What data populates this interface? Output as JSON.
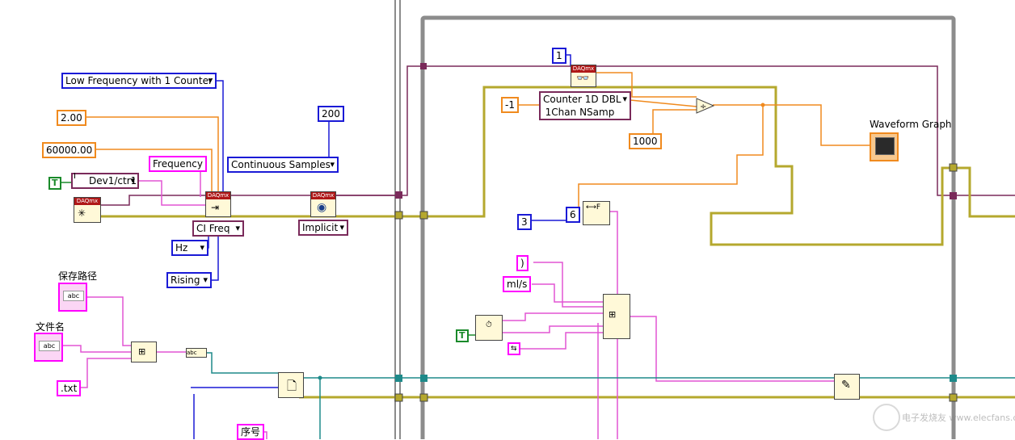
{
  "constants": {
    "low_frequency": "Low Frequency with 1 Counter",
    "min_val": "2.00",
    "max_val": "60000.00",
    "channel": "Dev1/ctr1",
    "measurement": "Frequency",
    "ci_freq": "CI Freq",
    "units": "Hz",
    "edge": "Rising",
    "sample_mode": "Continuous Samples",
    "samples": "200",
    "timing": "Implicit",
    "read_count": "1",
    "read_format_line1": "Counter 1D DBL",
    "read_format_line2": "1Chan NSamp",
    "neg_one": "-1",
    "divisor": "1000",
    "width": "3",
    "precision": "6",
    "paren": ")",
    "unit_string": "ml/s",
    "ext": ".txt",
    "seq_label": "序号"
  },
  "labels": {
    "save_path": "保存路径",
    "file_name": "文件名",
    "waveform_graph": "Waveform Graph"
  },
  "bool_constant": "T",
  "daqmx_tag": "DAQmx",
  "watermark": "电子发烧友 www.elecfans.com",
  "colors": {
    "frame_gray": "#8c8c8c",
    "wire_error": "#b5a82e",
    "wire_task": "#7a2a5a",
    "wire_dbl": "#f08a1e",
    "wire_int": "#1a1ad6",
    "wire_str": "#e255d4",
    "wire_ref": "#1e8a8a"
  }
}
